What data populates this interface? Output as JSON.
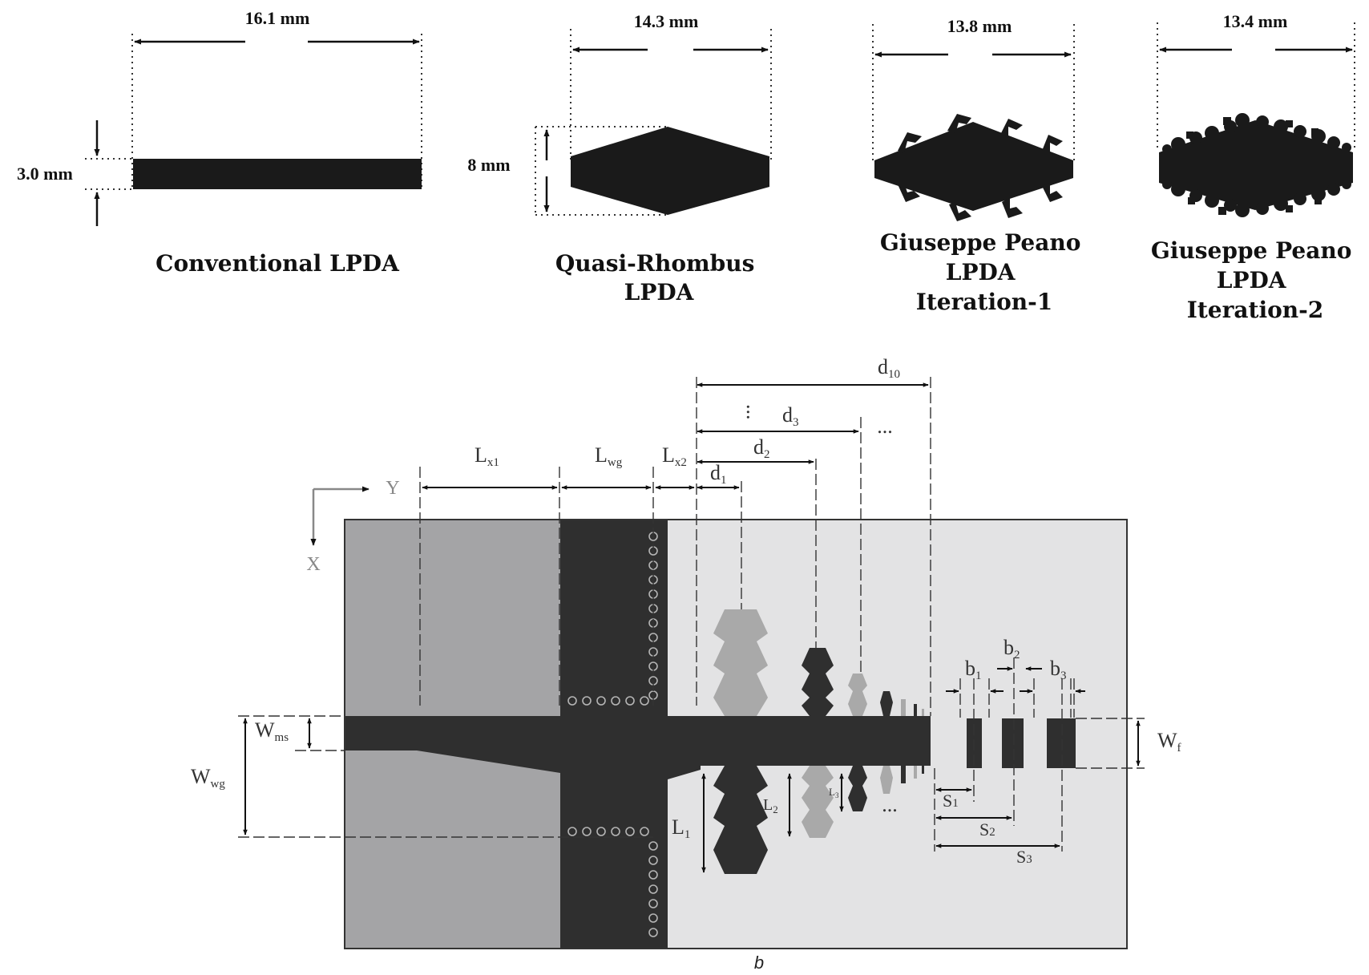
{
  "top_panel": {
    "elements": [
      {
        "name": "conventional",
        "width_label": "16.1 mm",
        "height_label": "3.0 mm",
        "caption": [
          "Conventional LPDA"
        ]
      },
      {
        "name": "quasi-rhombus",
        "width_label": "14.3 mm",
        "height_label": "8 mm",
        "caption": [
          "Quasi-Rhombus",
          "LPDA"
        ]
      },
      {
        "name": "peano-1",
        "width_label": "13.8 mm",
        "caption": [
          "Giuseppe Peano",
          "LPDA",
          "Iteration-1"
        ]
      },
      {
        "name": "peano-2",
        "width_label": "13.4 mm",
        "caption": [
          "Giuseppe Peano",
          "LPDA",
          "Iteration-2"
        ]
      }
    ]
  },
  "bottom_panel": {
    "axes": {
      "y": "Y",
      "x": "X"
    },
    "labels": {
      "d10": {
        "main": "d",
        "sub": "10"
      },
      "d3": {
        "main": "d",
        "sub": "3"
      },
      "d2": {
        "main": "d",
        "sub": "2"
      },
      "d1": {
        "main": "d",
        "sub": "1"
      },
      "lx1": {
        "main": "L",
        "sub": "x1"
      },
      "lwg": {
        "main": "L",
        "sub": "wg"
      },
      "lx2": {
        "main": "L",
        "sub": "x2"
      },
      "wms": {
        "main": "W",
        "sub": "ms"
      },
      "wwg": {
        "main": "W",
        "sub": "wg"
      },
      "l1": {
        "main": "L",
        "sub": "1"
      },
      "l2": {
        "main": "L",
        "sub": "2"
      },
      "l3": {
        "main": "L",
        "sub": "3"
      },
      "wf": {
        "main": "W",
        "sub": "f"
      },
      "b1": {
        "main": "b",
        "sub": "1"
      },
      "b2": {
        "main": "b",
        "sub": "2"
      },
      "b3": {
        "main": "b",
        "sub": "3"
      },
      "s1": {
        "main": "S",
        "sub": "1"
      },
      "s2": {
        "main": "S",
        "sub": "2"
      },
      "s3": {
        "main": "S",
        "sub": "3"
      }
    },
    "ellipsis": "...",
    "caption": "b"
  },
  "colors": {
    "metal_dark": "#2f2f2f",
    "substrate_light": "#e3e3e4",
    "substrate_mid": "#a4a4a6",
    "element_gray": "#a9a9a9",
    "ink": "#111111"
  }
}
